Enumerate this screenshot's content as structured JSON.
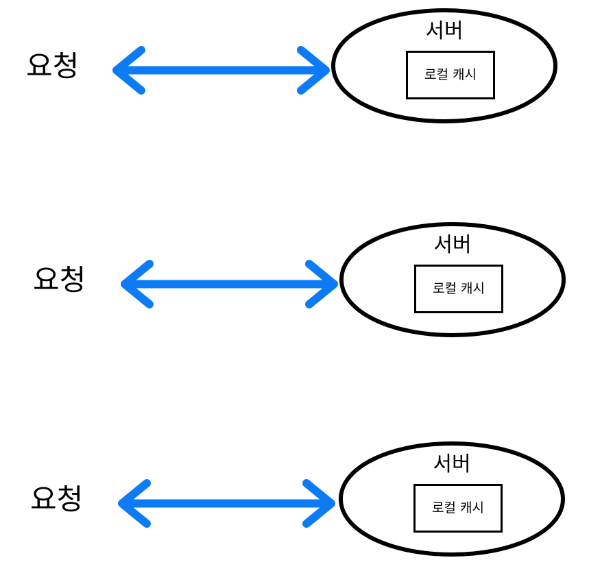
{
  "diagram": {
    "type": "flow-diagram",
    "background_color": "#ffffff",
    "language": "ko",
    "arrow_color": "#0d7bf5",
    "outline_color": "#000000",
    "text_color": "#000000",
    "description": "Three identical request-to-server pairs, each server containing a local cache",
    "groups": [
      {
        "id": "group-1",
        "request_label": "요청",
        "arrow": {
          "name": "bidirectional-arrow",
          "direction": "both",
          "color": "#0d7bf5"
        },
        "server": {
          "title": "서버",
          "cache_label": "로컬 캐시"
        }
      },
      {
        "id": "group-2",
        "request_label": "요청",
        "arrow": {
          "name": "bidirectional-arrow",
          "direction": "both",
          "color": "#0d7bf5"
        },
        "server": {
          "title": "서버",
          "cache_label": "로컬 캐시"
        }
      },
      {
        "id": "group-3",
        "request_label": "요청",
        "arrow": {
          "name": "bidirectional-arrow",
          "direction": "both",
          "color": "#0d7bf5"
        },
        "server": {
          "title": "서버",
          "cache_label": "로컬 캐시"
        }
      }
    ]
  }
}
